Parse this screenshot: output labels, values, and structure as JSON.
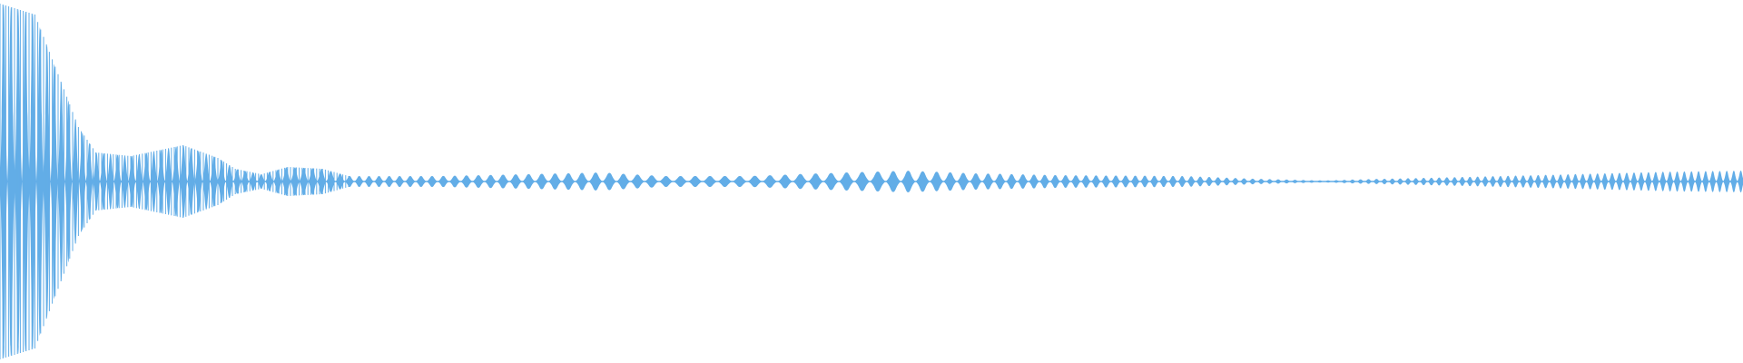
{
  "waveform": {
    "color": "#62ade7",
    "background": "#ffffff",
    "envelope": [
      {
        "t": 0.0,
        "amp": 0.98
      },
      {
        "t": 0.02,
        "amp": 0.92
      },
      {
        "t": 0.035,
        "amp": 0.55
      },
      {
        "t": 0.045,
        "amp": 0.3
      },
      {
        "t": 0.055,
        "amp": 0.16
      },
      {
        "t": 0.075,
        "amp": 0.14
      },
      {
        "t": 0.105,
        "amp": 0.2
      },
      {
        "t": 0.125,
        "amp": 0.13
      },
      {
        "t": 0.135,
        "amp": 0.07
      },
      {
        "t": 0.15,
        "amp": 0.04
      },
      {
        "t": 0.165,
        "amp": 0.08
      },
      {
        "t": 0.185,
        "amp": 0.07
      },
      {
        "t": 0.2,
        "amp": 0.03
      },
      {
        "t": 0.25,
        "amp": 0.03
      },
      {
        "t": 0.3,
        "amp": 0.04
      },
      {
        "t": 0.345,
        "amp": 0.05
      },
      {
        "t": 0.38,
        "amp": 0.03
      },
      {
        "t": 0.43,
        "amp": 0.03
      },
      {
        "t": 0.47,
        "amp": 0.045
      },
      {
        "t": 0.52,
        "amp": 0.06
      },
      {
        "t": 0.56,
        "amp": 0.045
      },
      {
        "t": 0.61,
        "amp": 0.035
      },
      {
        "t": 0.68,
        "amp": 0.03
      },
      {
        "t": 0.72,
        "amp": 0.015
      },
      {
        "t": 0.76,
        "amp": 0.005
      },
      {
        "t": 0.78,
        "amp": 0.012
      },
      {
        "t": 0.84,
        "amp": 0.025
      },
      {
        "t": 0.9,
        "amp": 0.04
      },
      {
        "t": 0.96,
        "amp": 0.055
      },
      {
        "t": 1.0,
        "amp": 0.06
      }
    ],
    "pulse_period": [
      {
        "t": 0.0,
        "period": 0.0042
      },
      {
        "t": 0.05,
        "period": 0.004
      },
      {
        "t": 0.135,
        "period": 0.0045
      },
      {
        "t": 0.2,
        "period": 0.0055
      },
      {
        "t": 0.3,
        "period": 0.0075
      },
      {
        "t": 0.4,
        "period": 0.0085
      },
      {
        "t": 0.5,
        "period": 0.009
      },
      {
        "t": 0.56,
        "period": 0.007
      },
      {
        "t": 0.6,
        "period": 0.006
      },
      {
        "t": 0.7,
        "period": 0.005
      },
      {
        "t": 0.8,
        "period": 0.0045
      },
      {
        "t": 1.0,
        "period": 0.004
      }
    ]
  }
}
